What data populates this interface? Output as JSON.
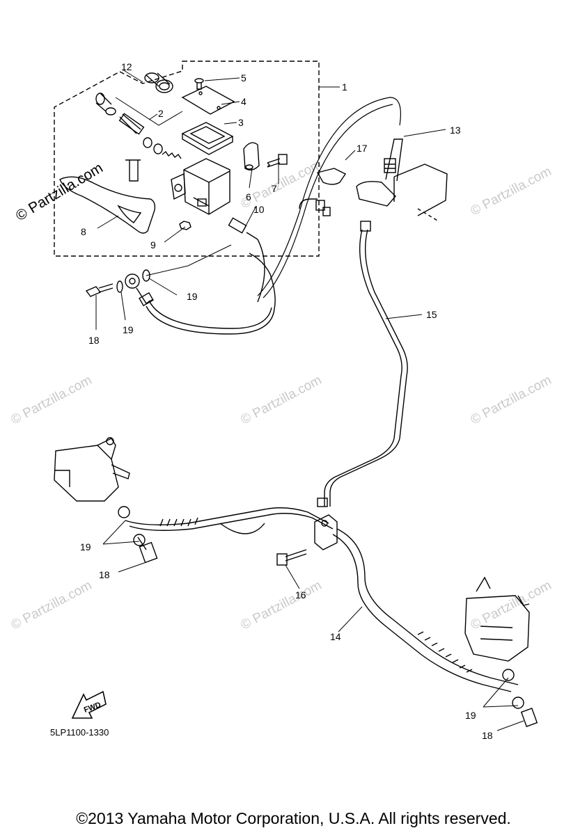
{
  "watermark": {
    "main": "© Partzilla.com",
    "repeat": "© Partzilla.com"
  },
  "callouts": {
    "c1": "1",
    "c2": "2",
    "c3": "3",
    "c4": "4",
    "c5": "5",
    "c6": "6",
    "c7": "7",
    "c8": "8",
    "c9": "9",
    "c10": "10",
    "c12": "12",
    "c13": "13",
    "c14": "14",
    "c15": "15",
    "c16": "16",
    "c17": "17",
    "c18a": "18",
    "c18b": "18",
    "c18c": "18",
    "c19a": "19",
    "c19b": "19",
    "c19c": "19",
    "c19d": "19"
  },
  "fwd_label": "FWD",
  "diagram_code": "5LP1100-1330",
  "copyright": "©2013 Yamaha Motor Corporation, U.S.A. All rights reserved.",
  "colors": {
    "line": "#000000",
    "watermark": "#c9c9c9",
    "background": "#ffffff"
  }
}
